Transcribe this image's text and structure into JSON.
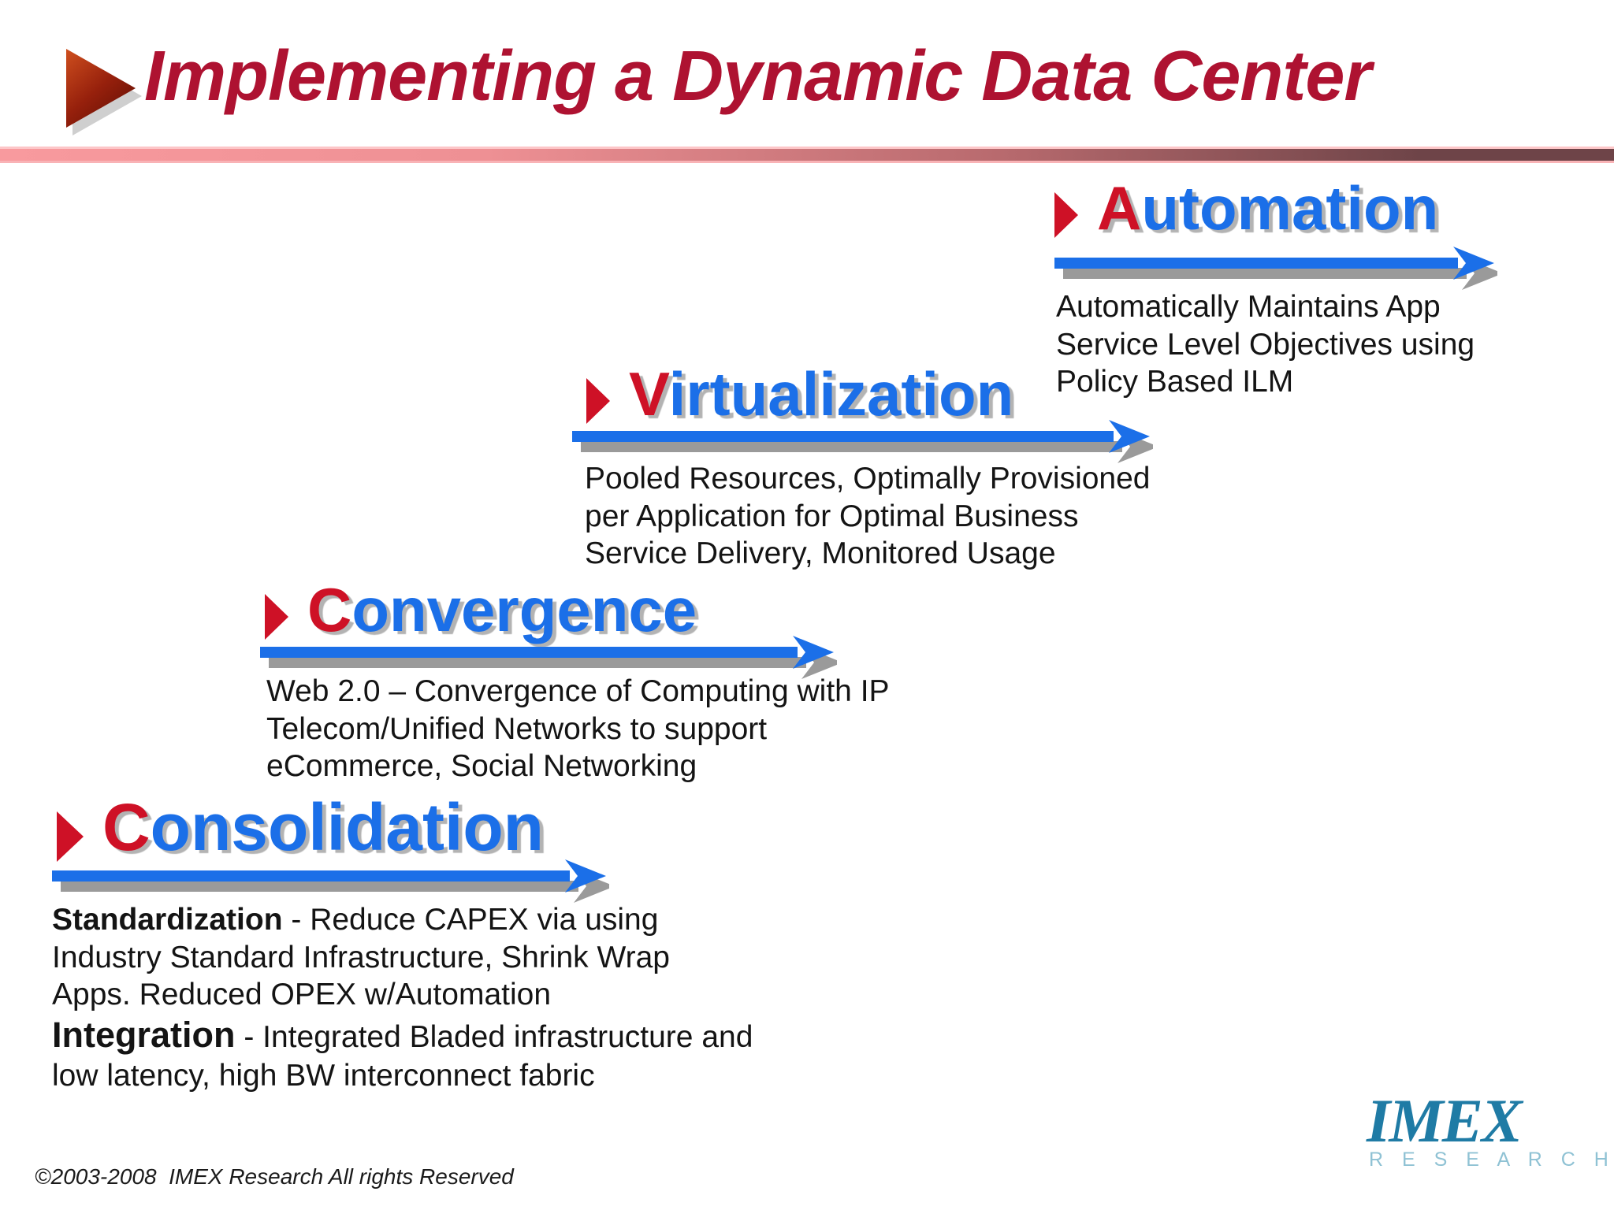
{
  "slide": {
    "title": "Implementing a Dynamic Data Center",
    "copyright": "©2003-2008  IMEX Research All rights Reserved",
    "logo": {
      "name": "IMEX",
      "sub": "R E S E A R C H . C O M"
    }
  },
  "colors": {
    "title_red": "#ae1231",
    "heading_blue": "#1b6fe8",
    "accent_red": "#ce1126",
    "arrow_blue": "#1b6fe8",
    "arrow_shadow_gray": "#9a9a9a",
    "body_text": "#141414",
    "logo_teal": "#1f7ba5",
    "logo_teal_light": "#8fc2d4"
  },
  "steps": [
    {
      "id": "automation",
      "initial": "A",
      "rest": "utomation",
      "description_lines": [
        "Automatically Maintains App",
        "Service Level Objectives using",
        "Policy Based ILM"
      ]
    },
    {
      "id": "virtualization",
      "initial": "V",
      "rest": "irtualization",
      "description_lines": [
        "Pooled Resources, Optimally Provisioned",
        "per Application for Optimal Business",
        "Service Delivery, Monitored Usage"
      ]
    },
    {
      "id": "convergence",
      "initial": "C",
      "rest": "onvergence",
      "description_lines": [
        "Web 2.0 – Convergence of Computing with IP",
        "Telecom/Unified Networks to support",
        "eCommerce, Social Networking"
      ]
    },
    {
      "id": "consolidation",
      "initial": "C",
      "rest": "onsolidation",
      "description_segments": [
        {
          "bold": "Standardization",
          "text": " - Reduce CAPEX via using"
        },
        {
          "bold": "",
          "text": "Industry Standard Infrastructure, Shrink Wrap"
        },
        {
          "bold": "",
          "text": "Apps. Reduced OPEX w/Automation"
        },
        {
          "bold": "Integration",
          "text": " - Integrated Bladed infrastructure and"
        },
        {
          "bold": "",
          "text": "low latency, high BW interconnect fabric"
        }
      ]
    }
  ]
}
